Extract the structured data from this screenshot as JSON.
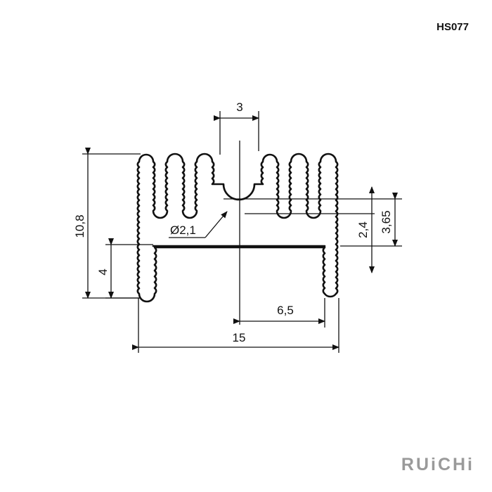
{
  "product_code": "HS077",
  "brand": "RUiCHi",
  "dimensions": {
    "top_width": "3",
    "overall_height": "10,8",
    "leg_height": "4",
    "hole_diameter": "Ø2,1",
    "offset_small": "2,4",
    "offset_large": "3,65",
    "half_width": "6,5",
    "overall_width": "15"
  },
  "colors": {
    "ink": "#111111",
    "brand": "#9a9a9a",
    "background": "#ffffff"
  }
}
